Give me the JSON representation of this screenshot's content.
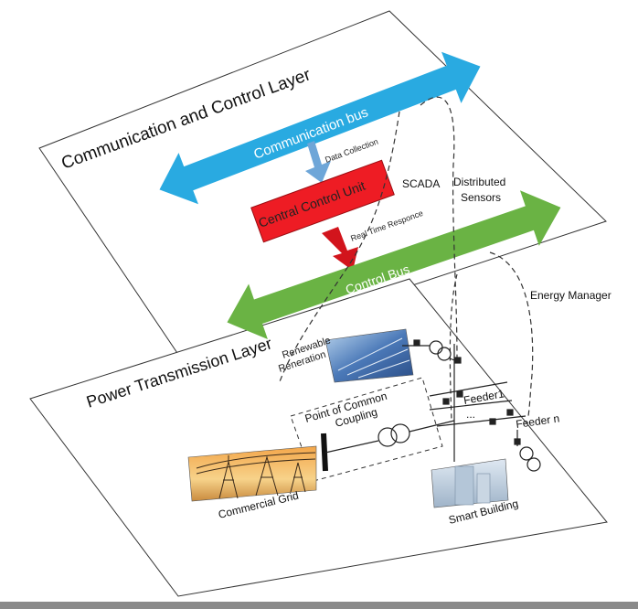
{
  "layers": {
    "top_title": "Communication and Control Layer",
    "bottom_title": "Power Transmission Layer"
  },
  "buses": {
    "communication": "Communication bus",
    "control": "Control Bus"
  },
  "flows": {
    "data_collection": "Data Collection",
    "real_time_response": "Real Time Responce"
  },
  "central_unit": "Central Control Unit",
  "labels": {
    "scada": "SCADA",
    "distributed_line1": "Distributed",
    "distributed_line2": "Sensors",
    "energy_manager": "Energy Manager",
    "renewable_line1": "Renewable",
    "renewable_line2": "Reneration",
    "pcc_line1": "Point of Common",
    "pcc_line2": "Coupling",
    "feeder1": "Feeder1",
    "feedern": "Feeder n",
    "dots": "...",
    "commercial_grid": "Commercial Grid",
    "smart_building": "Smart Building"
  },
  "colors": {
    "communication_bus": "#29aae1",
    "control_bus": "#6ab344",
    "central_unit": "#ee1c24",
    "data_arrow": "#6ea6d8",
    "response_arrow": "#d2141c"
  },
  "icons": {
    "renewable": "solar-panel-photo",
    "commercial_grid": "power-pylons-photo",
    "smart_building": "building-photo"
  }
}
